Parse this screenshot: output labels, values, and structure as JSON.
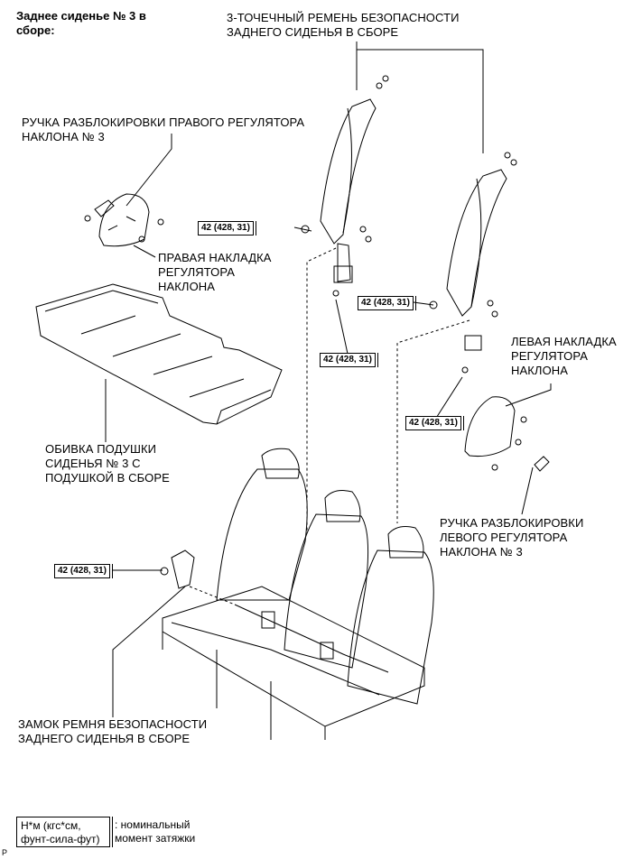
{
  "title": "Заднее сиденье № 3 в\nсборе:",
  "labels": {
    "belt_3pt": "3-ТОЧЕЧНЫЙ РЕМЕНЬ БЕЗОПАСНОСТИ\nЗАДНЕГО СИДЕНЬЯ В СБОРЕ",
    "right_handle": "РУЧКА РАЗБЛОКИРОВКИ ПРАВОГО РЕГУЛЯТОРА\nНАКЛОНА № 3",
    "right_cover": "ПРАВАЯ НАКЛАДКА\nРЕГУЛЯТОРА\nНАКЛОНА",
    "left_cover": "ЛЕВАЯ НАКЛАДКА\nРЕГУЛЯТОРА\nНАКЛОНА",
    "cushion": "ОБИВКА ПОДУШКИ\nСИДЕНЬЯ № 3 С\nПОДУШКОЙ В СБОРЕ",
    "left_handle": "РУЧКА РАЗБЛОКИРОВКИ\nЛЕВОГО РЕГУЛЯТОРА\nНАКЛОНА № 3",
    "buckle": "ЗАМОК РЕМНЯ БЕЗОПАСНОСТИ\nЗАДНЕГО СИДЕНЬЯ В СБОРЕ"
  },
  "torque": {
    "t1": "42 (428, 31)",
    "t2": "42 (428, 31)",
    "t3": "42 (428, 31)",
    "t4": "42 (428, 31)",
    "t5": "42 (428, 31)"
  },
  "legend": {
    "units": "Н*м (кгс*см,\nфунт-сила-фут)",
    "desc": ": номинальный\nмомент затяжки"
  },
  "corner_mark": "P"
}
